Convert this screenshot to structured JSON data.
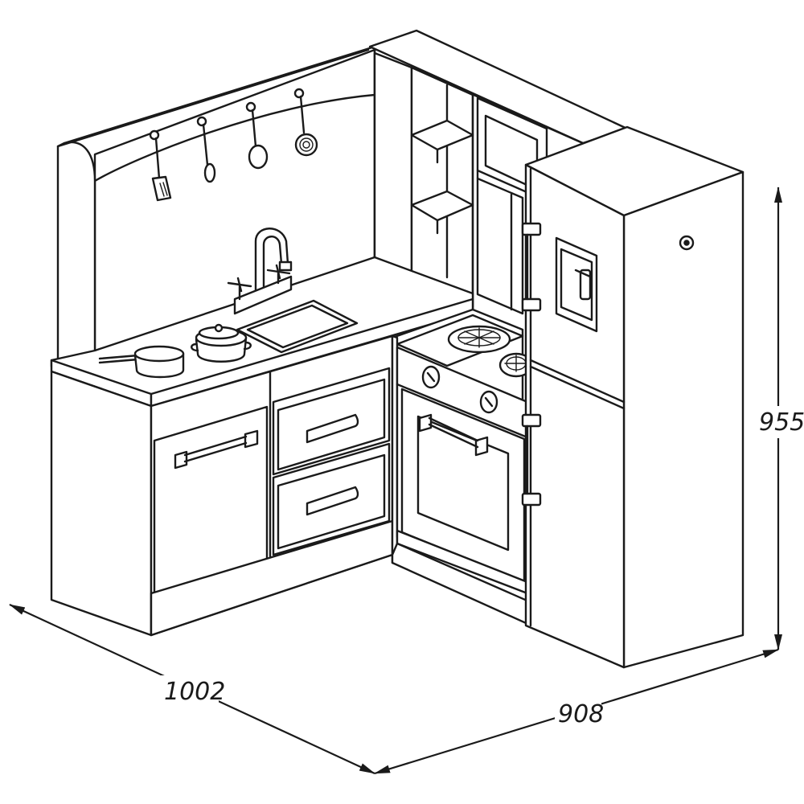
{
  "dimensions": {
    "width_left": "1002",
    "depth_right": "908",
    "height": "955"
  },
  "colors": {
    "line": "#1a1a1a",
    "background": "#ffffff"
  }
}
